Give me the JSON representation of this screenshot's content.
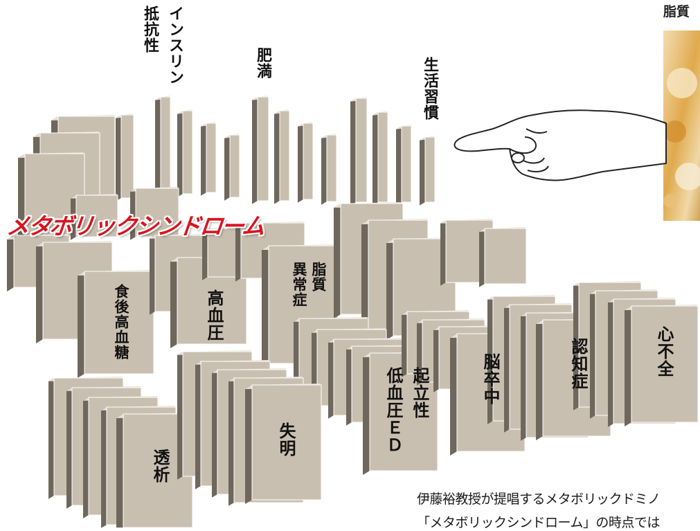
{
  "title": "メタボリックシンドローム",
  "photo_label": "脂質",
  "top_labels": [
    {
      "id": "insulin-resistance",
      "lines": [
        "抵抗性",
        "インスリン"
      ]
    },
    {
      "id": "obesity",
      "lines": [
        "肥満"
      ]
    },
    {
      "id": "lifestyle",
      "lines": [
        "生活習慣"
      ]
    }
  ],
  "domino_labels": [
    {
      "id": "postprandial-hyperglycemia",
      "lines": [
        "食後高血糖"
      ]
    },
    {
      "id": "hypertension",
      "lines": [
        "高血圧"
      ]
    },
    {
      "id": "dyslipidemia",
      "lines": [
        "脂質",
        "異常症"
      ]
    },
    {
      "id": "orthostatic-hypotension-ed",
      "lines": [
        "起立性",
        "低血圧ＥＤ"
      ]
    },
    {
      "id": "stroke",
      "lines": [
        "脳卒中"
      ]
    },
    {
      "id": "dementia",
      "lines": [
        "認知症"
      ]
    },
    {
      "id": "heart-failure",
      "lines": [
        "心不全"
      ]
    },
    {
      "id": "dialysis",
      "lines": [
        "透析"
      ]
    },
    {
      "id": "blindness",
      "lines": [
        "失明"
      ]
    }
  ],
  "caption": {
    "line1": "伊藤裕教授が提唱するメタボリックドミノ",
    "line2": "「メタボリックシンドローム」の時点では"
  },
  "colors": {
    "domino_front": "#c9bfb0",
    "domino_side": "#6f675c",
    "domino_top": "#e6dfd4",
    "title_red": "#d9141e"
  }
}
